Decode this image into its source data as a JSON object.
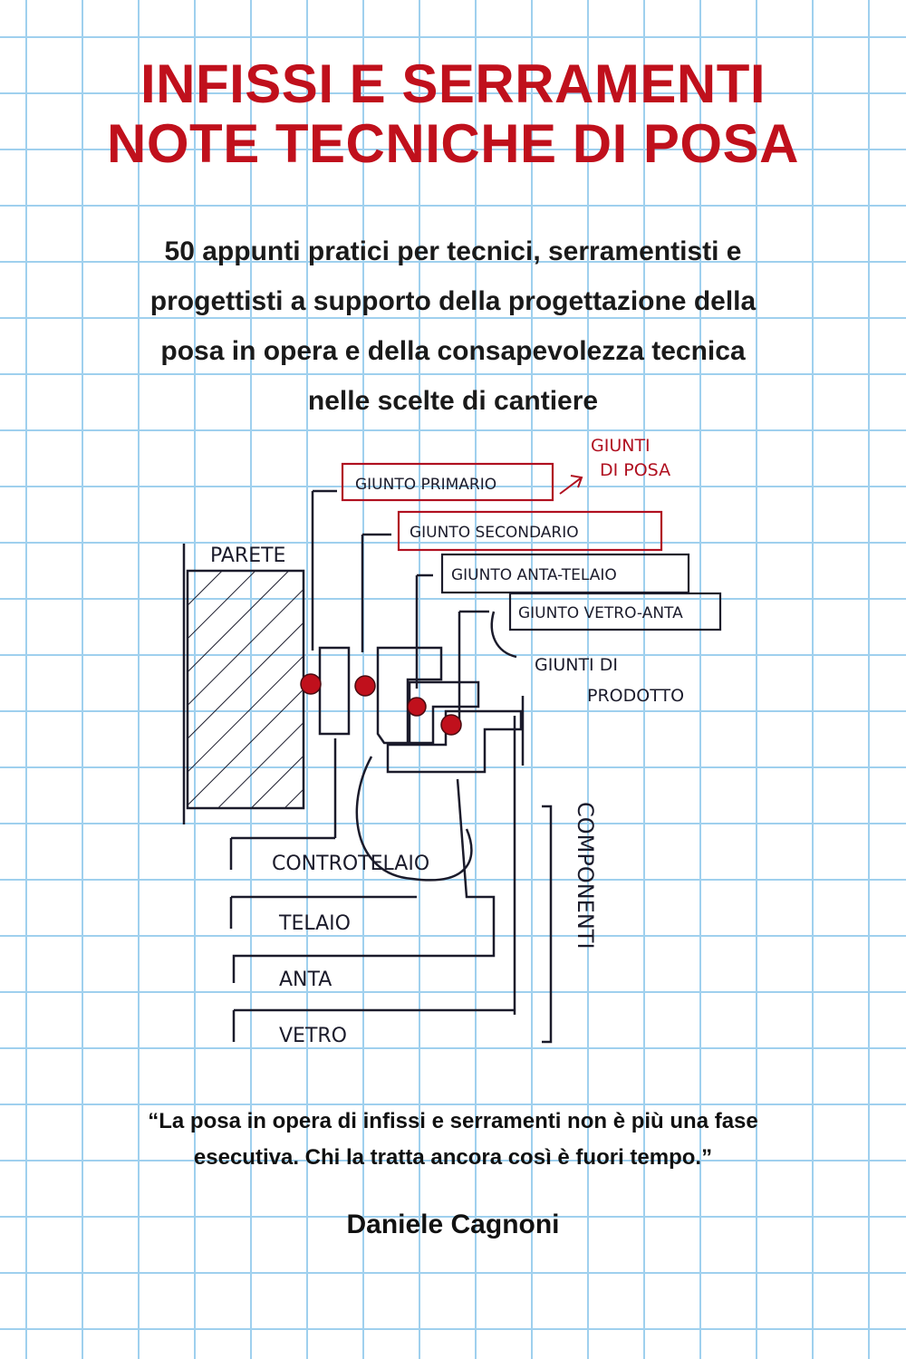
{
  "cover": {
    "title_line1": "INFISSI E SERRAMENTI",
    "title_line2": "NOTE TECNICHE DI POSA",
    "subtitle_lines": [
      "50 appunti pratici per tecnici, serramentisti e",
      "progettisti a supporto della progettazione della",
      "posa in opera e della consapevolezza tecnica",
      "nelle scelte di cantiere"
    ],
    "quote_line1": "“La posa in opera di infissi e serramenti non è più una fase",
    "quote_line2": "esecutiva. Chi la tratta ancora così è fuori tempo.”",
    "author": "Daniele Cagnoni"
  },
  "sketch": {
    "wall_label": "PARETE",
    "joint_labels": {
      "primary": "GIUNTO PRIMARIO",
      "secondary": "GIUNTO SECONDARIO",
      "sash_frame": "GIUNTO ANTA-TELAIO",
      "glass_sash": "GIUNTO VETRO-ANTA"
    },
    "posa_note": [
      "GIUNTI",
      "DI POSA"
    ],
    "product_note": [
      "GIUNTI DI",
      "PRODOTTO"
    ],
    "component_labels": {
      "subframe": "CONTROTELAIO",
      "frame": "TELAIO",
      "sash": "ANTA",
      "glass": "VETRO"
    },
    "components_vertical": "COMPONENTI",
    "colors": {
      "ink": "#1b1b2b",
      "red_ink": "#b01020",
      "marker": "#c0101c"
    }
  }
}
